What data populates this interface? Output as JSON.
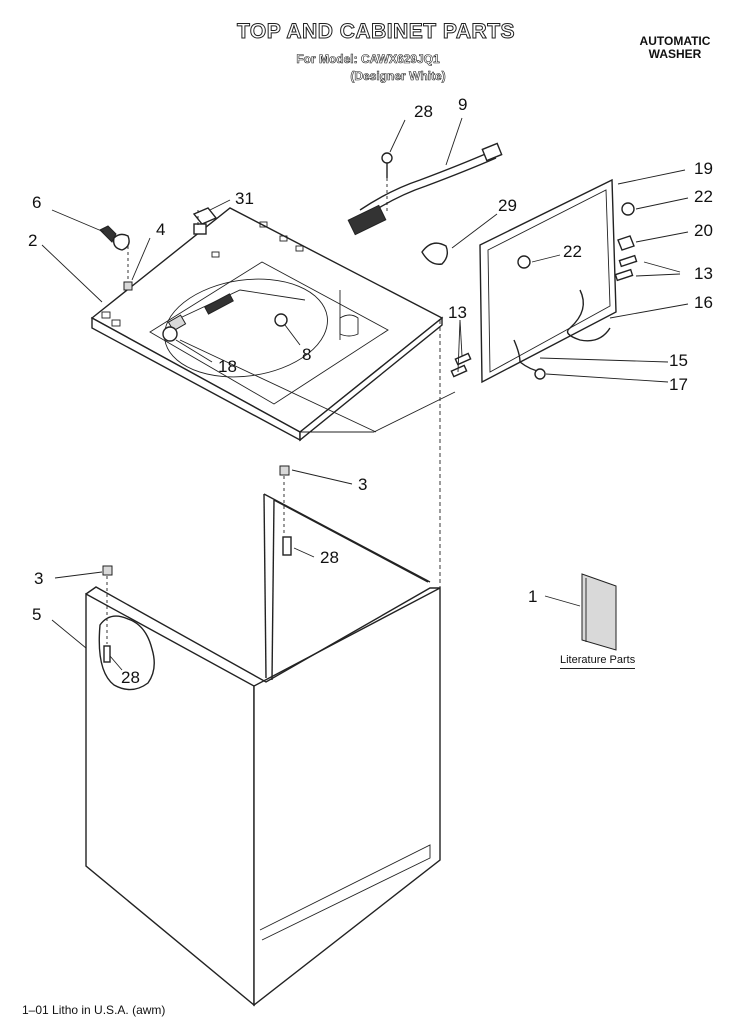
{
  "header": {
    "title": "TOP AND CABINET PARTS",
    "model": "For Model: CAWX629JQ1",
    "color": "(Designer White)",
    "type_line1": "AUTOMATIC",
    "type_line2": "WASHER"
  },
  "literature_label": "Literature Parts",
  "footer": "1–01 Litho in U.S.A. (awm)",
  "callouts": {
    "c28a": "28",
    "c9": "9",
    "c19": "19",
    "c22a": "22",
    "c6": "6",
    "c31": "31",
    "c29": "29",
    "c20": "20",
    "c2": "2",
    "c4": "4",
    "c22b": "22",
    "c13a": "13",
    "c16": "16",
    "c8": "8",
    "c13b": "13",
    "c15": "15",
    "c18": "18",
    "c17": "17",
    "c3a": "3",
    "c28b": "28",
    "c3b": "3",
    "c5": "5",
    "c1": "1",
    "c28c": "28"
  }
}
